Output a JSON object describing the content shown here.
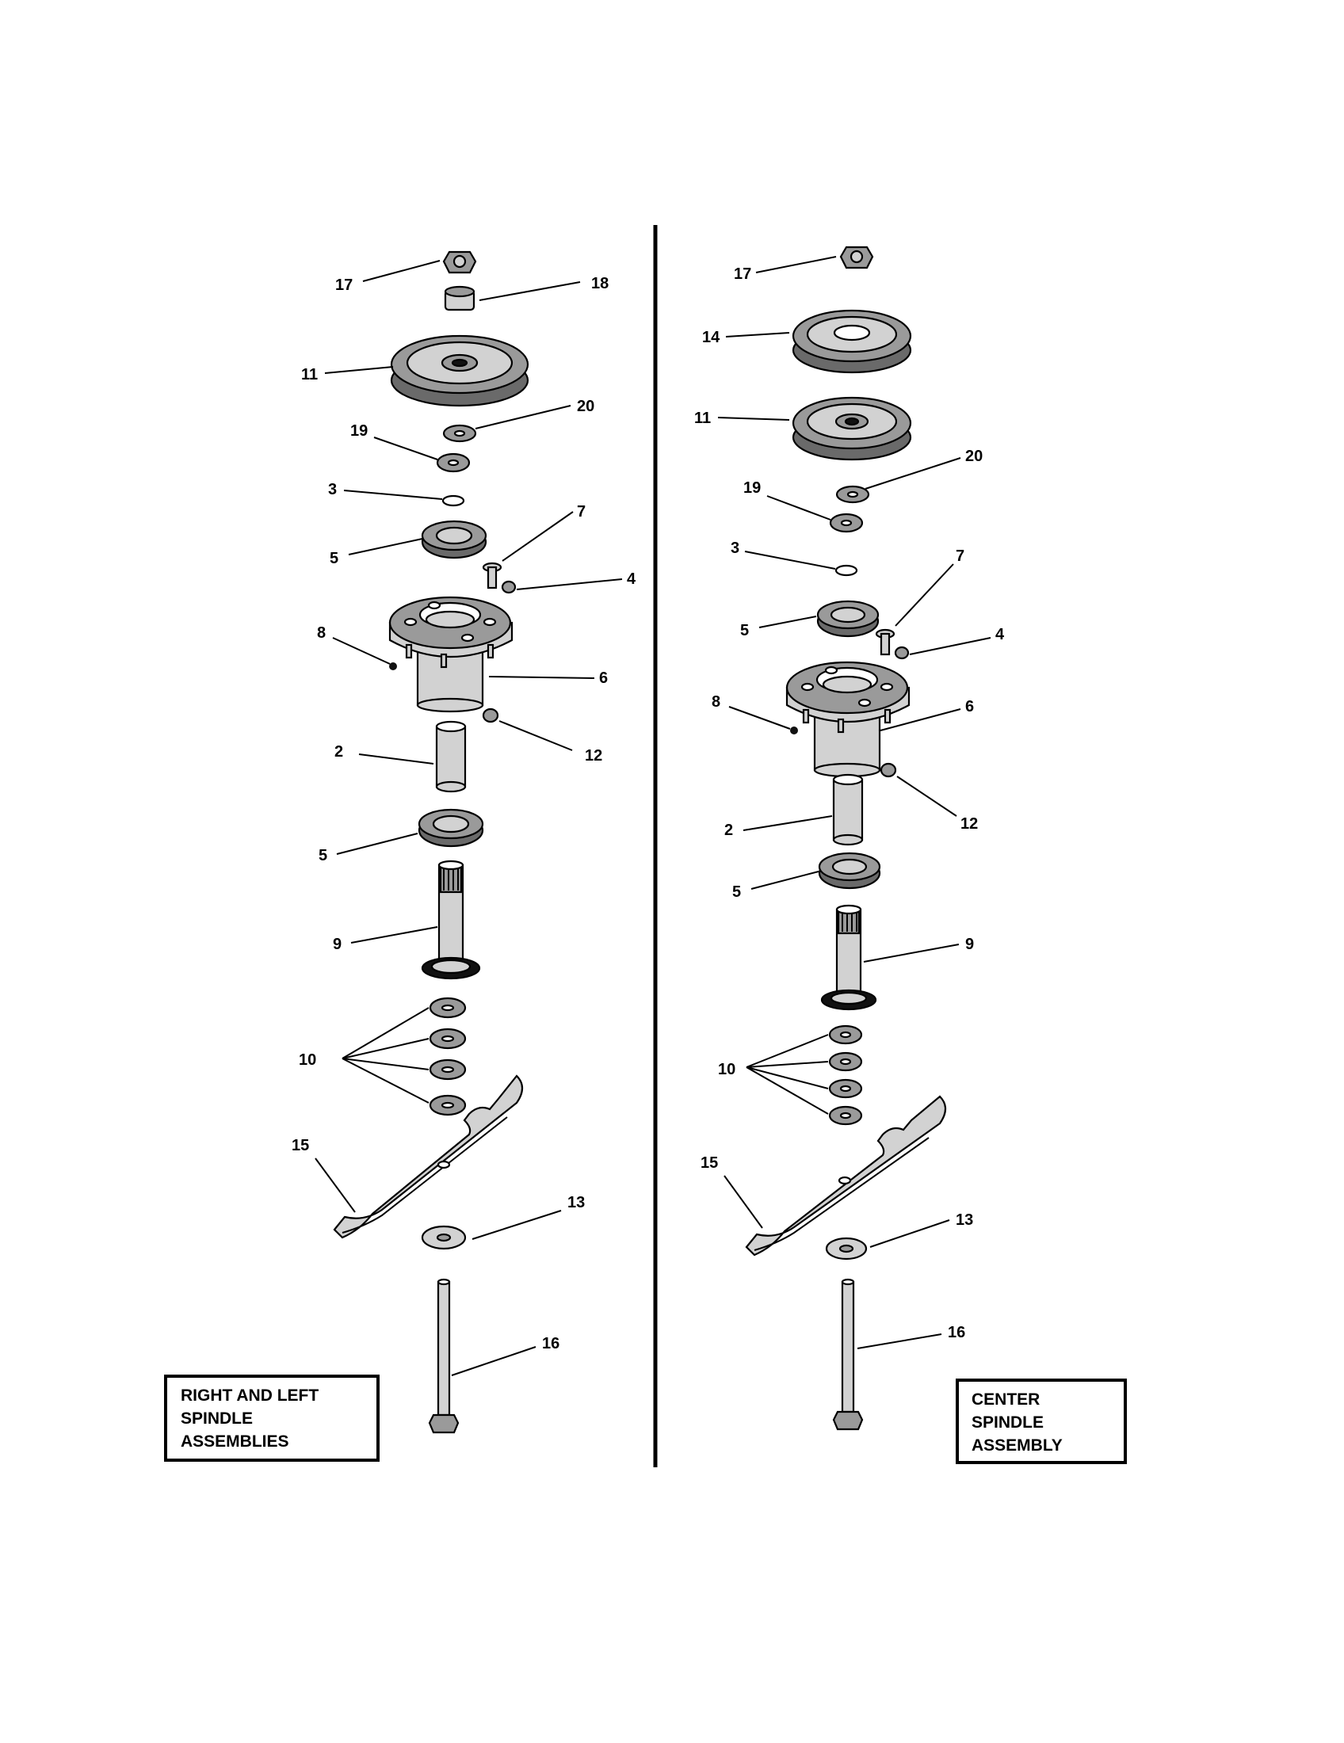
{
  "diagram": {
    "left_assembly": {
      "title_lines": [
        "RIGHT AND LEFT",
        "SPINDLE",
        "ASSEMBLIES"
      ],
      "callouts": [
        "17",
        "18",
        "11",
        "20",
        "19",
        "3",
        "7",
        "5",
        "4",
        "8",
        "6",
        "2",
        "12",
        "5",
        "9",
        "10",
        "15",
        "13",
        "16"
      ]
    },
    "right_assembly": {
      "title_lines": [
        "CENTER",
        "SPINDLE",
        "ASSEMBLY"
      ],
      "callouts": [
        "17",
        "14",
        "11",
        "20",
        "19",
        "3",
        "7",
        "5",
        "4",
        "8",
        "6",
        "12",
        "2",
        "5",
        "9",
        "10",
        "15",
        "13",
        "16"
      ]
    }
  }
}
